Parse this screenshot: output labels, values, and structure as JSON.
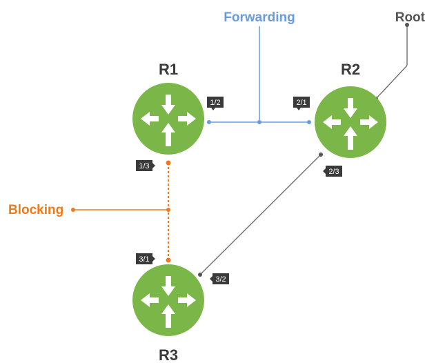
{
  "routers": [
    {
      "id": "r1",
      "label": "R1"
    },
    {
      "id": "r2",
      "label": "R2"
    },
    {
      "id": "r3",
      "label": "R3"
    }
  ],
  "ports": {
    "r1_1_2": "1/2",
    "r1_1_3": "1/3",
    "r2_2_1": "2/1",
    "r2_2_3": "2/3",
    "r3_3_1": "3/1",
    "r3_3_2": "3/2"
  },
  "legend": {
    "forwarding": "Forwarding",
    "blocking": "Blocking",
    "root": "Root"
  },
  "colors": {
    "router_fill": "#7ab648",
    "forwarding": "#6a9ae0",
    "blocking": "#f07a1a",
    "link": "#777777",
    "port_tag": "#3a3a3a",
    "root": "#555555"
  }
}
